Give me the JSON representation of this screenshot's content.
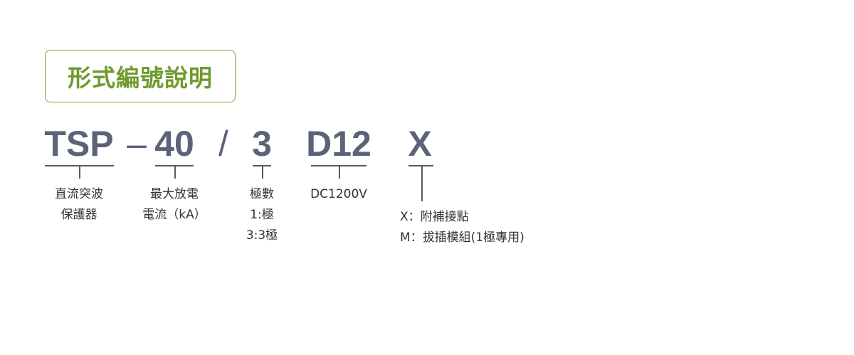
{
  "title": "形式編號說明",
  "code": {
    "series": "TSP",
    "dash": "–",
    "current": "40",
    "slash": "/",
    "poles": "3",
    "voltage": "D12",
    "option": "X"
  },
  "desc": {
    "series": [
      "直流突波",
      "保護器"
    ],
    "current": [
      "最大放電",
      "電流（kA）"
    ],
    "poles": [
      "極數",
      "1:極",
      "3:3極"
    ],
    "voltage": [
      "DC1200V"
    ],
    "option": [
      "X：附補接點",
      "M：拔插模組(1極專用)"
    ]
  },
  "colors": {
    "title": "#6f9a2e",
    "title_border": "#7aa23a",
    "code": "#5a6378",
    "lines": "#5a5a5a",
    "text": "#333333"
  }
}
